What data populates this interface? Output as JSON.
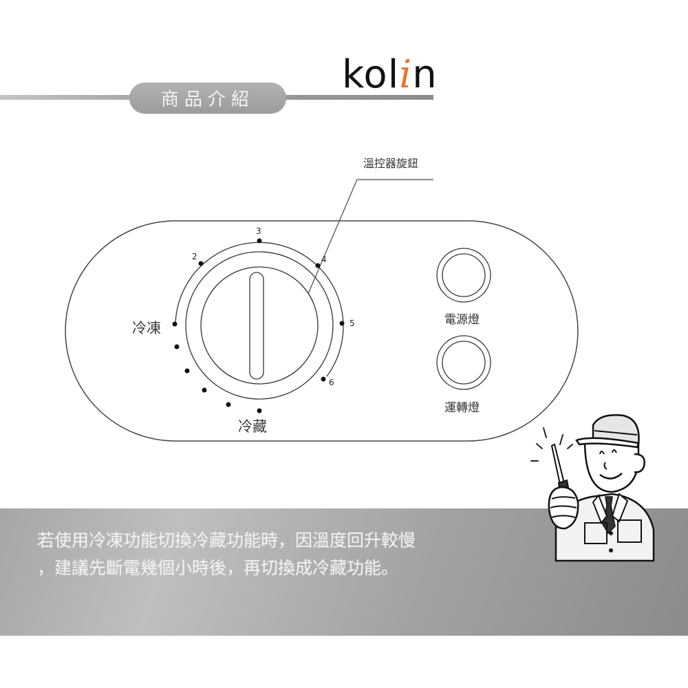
{
  "header": {
    "section_title": "商品介紹",
    "brand": {
      "prefix": "kol",
      "accent_letter": "i",
      "suffix": "n",
      "accent_color": "#e8762b"
    }
  },
  "control_panel": {
    "callout_label": "溫控器旋鈕",
    "dial": {
      "freeze_label": "冷凍",
      "fridge_label": "冷藏",
      "scale_numbers": [
        "2",
        "3",
        "4",
        "5",
        "6"
      ]
    },
    "indicators": [
      {
        "label": "電源燈",
        "icon": "power-indicator-light"
      },
      {
        "label": "運轉燈",
        "icon": "running-indicator-light"
      }
    ]
  },
  "notice": {
    "lines": [
      "若使用冷凍功能切換冷藏功能時，因溫度回升較慢",
      "，建議先斷電幾個小時後，再切換成冷藏功能。"
    ]
  },
  "illustration": {
    "icon": "technician-with-screwdriver"
  }
}
